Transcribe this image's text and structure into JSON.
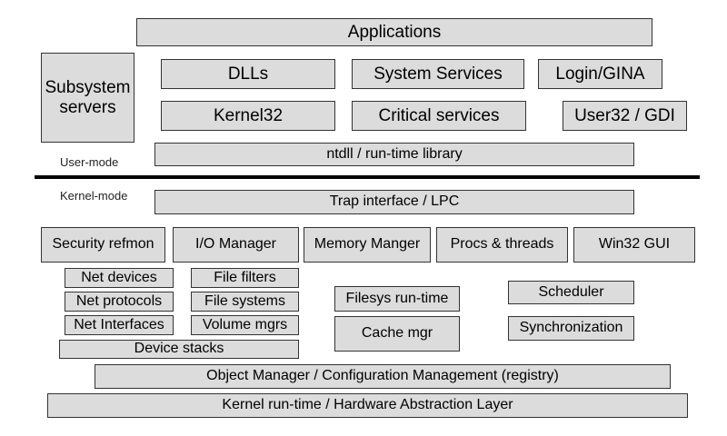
{
  "user_mode": {
    "label": "User-mode",
    "applications": "Applications",
    "subsystem_servers": "Subsystem servers",
    "dlls": "DLLs",
    "system_services": "System Services",
    "login_gina": "Login/GINA",
    "kernel32": "Kernel32",
    "critical_services": "Critical services",
    "user32_gdi": "User32 / GDI",
    "ntdll": "ntdll / run-time library"
  },
  "kernel_mode": {
    "label": "Kernel-mode",
    "trap_interface": "Trap interface / LPC",
    "security_refmon": "Security refmon",
    "io_manager": "I/O Manager",
    "memory_manager": "Memory Manger",
    "procs_threads": "Procs & threads",
    "win32_gui": "Win32 GUI",
    "net_devices": "Net devices",
    "net_protocols": "Net protocols",
    "net_interfaces": "Net Interfaces",
    "file_filters": "File filters",
    "file_systems": "File systems",
    "volume_mgrs": "Volume mgrs",
    "device_stacks": "Device stacks",
    "filesys_runtime": "Filesys run-time",
    "cache_mgr": "Cache mgr",
    "scheduler": "Scheduler",
    "synchronization": "Synchronization",
    "object_manager": "Object Manager / Configuration Management (registry)",
    "kernel_runtime": "Kernel run-time / Hardware Abstraction Layer"
  }
}
